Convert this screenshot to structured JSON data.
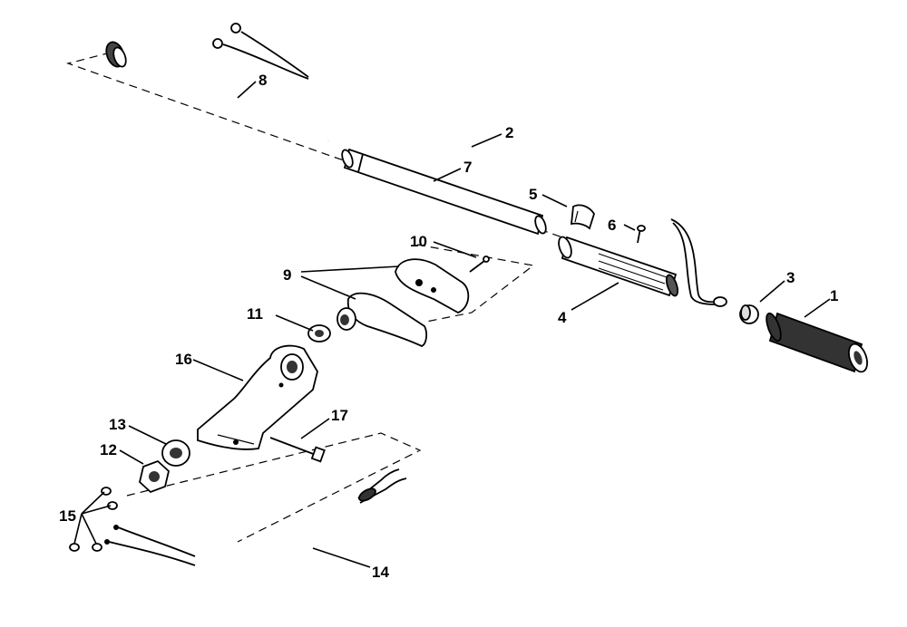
{
  "callouts": [
    {
      "id": "c1",
      "text": "1"
    },
    {
      "id": "c2",
      "text": "2"
    },
    {
      "id": "c3",
      "text": "3"
    },
    {
      "id": "c4",
      "text": "4"
    },
    {
      "id": "c5",
      "text": "5"
    },
    {
      "id": "c6",
      "text": "6"
    },
    {
      "id": "c7",
      "text": "7"
    },
    {
      "id": "c8",
      "text": "8"
    },
    {
      "id": "c9",
      "text": "9"
    },
    {
      "id": "c10",
      "text": "10"
    },
    {
      "id": "c11",
      "text": "11"
    },
    {
      "id": "c12",
      "text": "12"
    },
    {
      "id": "c13",
      "text": "13"
    },
    {
      "id": "c14",
      "text": "14"
    },
    {
      "id": "c15",
      "text": "15"
    },
    {
      "id": "c16",
      "text": "16"
    },
    {
      "id": "c17",
      "text": "17"
    }
  ],
  "colors": {
    "ink": "#000000",
    "paper": "#ffffff",
    "shade": "#3a3a3a"
  }
}
